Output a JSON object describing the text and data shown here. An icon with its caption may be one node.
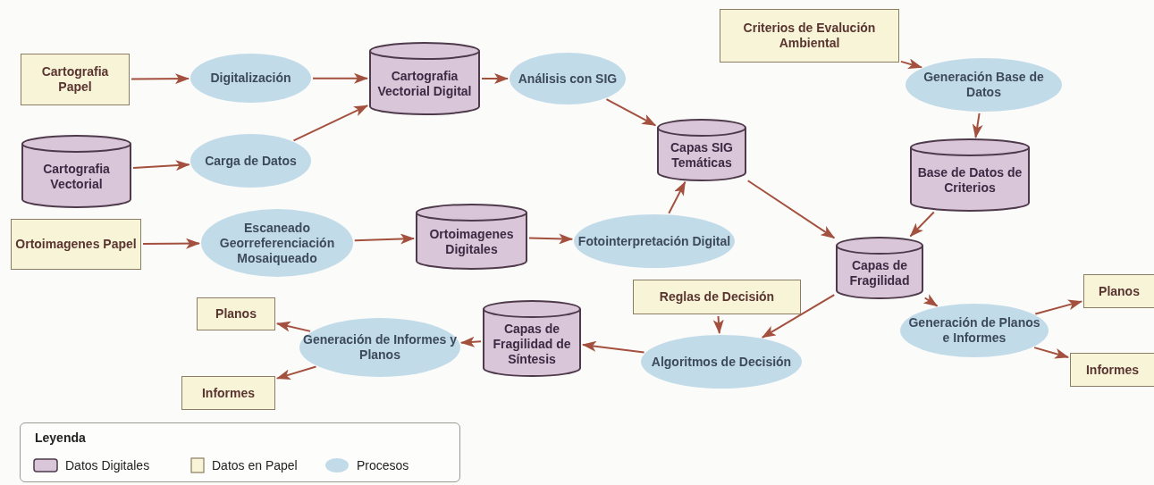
{
  "diagram": {
    "nodes": [
      {
        "text": [
          "Cartografia Papel"
        ]
      },
      {
        "text": [
          "Digitalización"
        ]
      },
      {
        "text": [
          "Cartografia Vectorial Digital"
        ]
      },
      {
        "text": [
          "Análisis con SIG"
        ]
      },
      {
        "text": [
          "Criterios de Evalución Ambiental"
        ]
      },
      {
        "text": [
          "Generación Base de Datos"
        ]
      },
      {
        "text": [
          "Cartografia Vectorial"
        ]
      },
      {
        "text": [
          "Carga de Datos"
        ]
      },
      {
        "text": [
          "Capas SIG Temáticas"
        ]
      },
      {
        "text": [
          "Base de Datos de Criterios"
        ]
      },
      {
        "text": [
          "Ortoimagenes Papel"
        ]
      },
      {
        "text": [
          "Escaneado Georreferenciación Mosaiqueado"
        ]
      },
      {
        "text": [
          "Ortoimagenes Digitales"
        ]
      },
      {
        "text": [
          "Fotointerpretación Digital"
        ]
      },
      {
        "text": [
          "Capas de Fragilidad"
        ]
      },
      {
        "text": [
          "Reglas de Decisión"
        ]
      },
      {
        "text": [
          "Generación de Planos e Informes"
        ]
      },
      {
        "text": [
          "Planos"
        ]
      },
      {
        "text": [
          "Informes"
        ]
      },
      {
        "text": [
          "Capas de Fragilidad de Síntesis"
        ]
      },
      {
        "text": [
          "Generación de Informes y Planos"
        ]
      },
      {
        "text": [
          "Algoritmos de Decisión"
        ]
      },
      {
        "text": [
          "Planos"
        ]
      },
      {
        "text": [
          "Informes"
        ]
      }
    ],
    "edges": [
      {
        "from": 0,
        "to": 1,
        "arrow": "to"
      },
      {
        "from": 1,
        "to": 2,
        "arrow": "to"
      },
      {
        "from": 2,
        "to": 3,
        "arrow": "to"
      },
      {
        "from": 6,
        "to": 7,
        "arrow": "to"
      },
      {
        "from": 7,
        "to": 2,
        "arrow": "to"
      },
      {
        "from": 10,
        "to": 11,
        "arrow": "to"
      },
      {
        "from": 11,
        "to": 12,
        "arrow": "to"
      },
      {
        "from": 12,
        "to": 13,
        "arrow": "to"
      },
      {
        "from": 3,
        "to": 8,
        "arrow": "to"
      },
      {
        "from": 13,
        "to": 8,
        "arrow": "to"
      },
      {
        "from": 4,
        "to": 5,
        "arrow": "to"
      },
      {
        "from": 5,
        "to": 9,
        "arrow": "to"
      },
      {
        "from": 8,
        "to": 14,
        "arrow": "to"
      },
      {
        "from": 9,
        "to": 14,
        "arrow": "to"
      },
      {
        "from": 14,
        "to": 16,
        "arrow": "to"
      },
      {
        "from": 16,
        "to": 17,
        "arrow": "to"
      },
      {
        "from": 16,
        "to": 18,
        "arrow": "to"
      },
      {
        "from": 14,
        "to": 21,
        "arrow": "to"
      },
      {
        "from": 15,
        "to": 21,
        "arrow": "to"
      },
      {
        "from": 21,
        "to": 19,
        "arrow": "to"
      },
      {
        "from": 19,
        "to": 20,
        "arrow": "to"
      },
      {
        "from": 20,
        "to": 22,
        "arrow": "to"
      },
      {
        "from": 20,
        "to": 23,
        "arrow": "to"
      }
    ],
    "labels": [
      "Leyenda"
    ],
    "legend": [
      {
        "text": "Datos Digitales",
        "color": "#d9c6d8"
      },
      {
        "text": "Datos en Papel",
        "color": "#f7f4d8"
      },
      {
        "text": "Procesos",
        "color": "#c2dbe9"
      }
    ]
  }
}
